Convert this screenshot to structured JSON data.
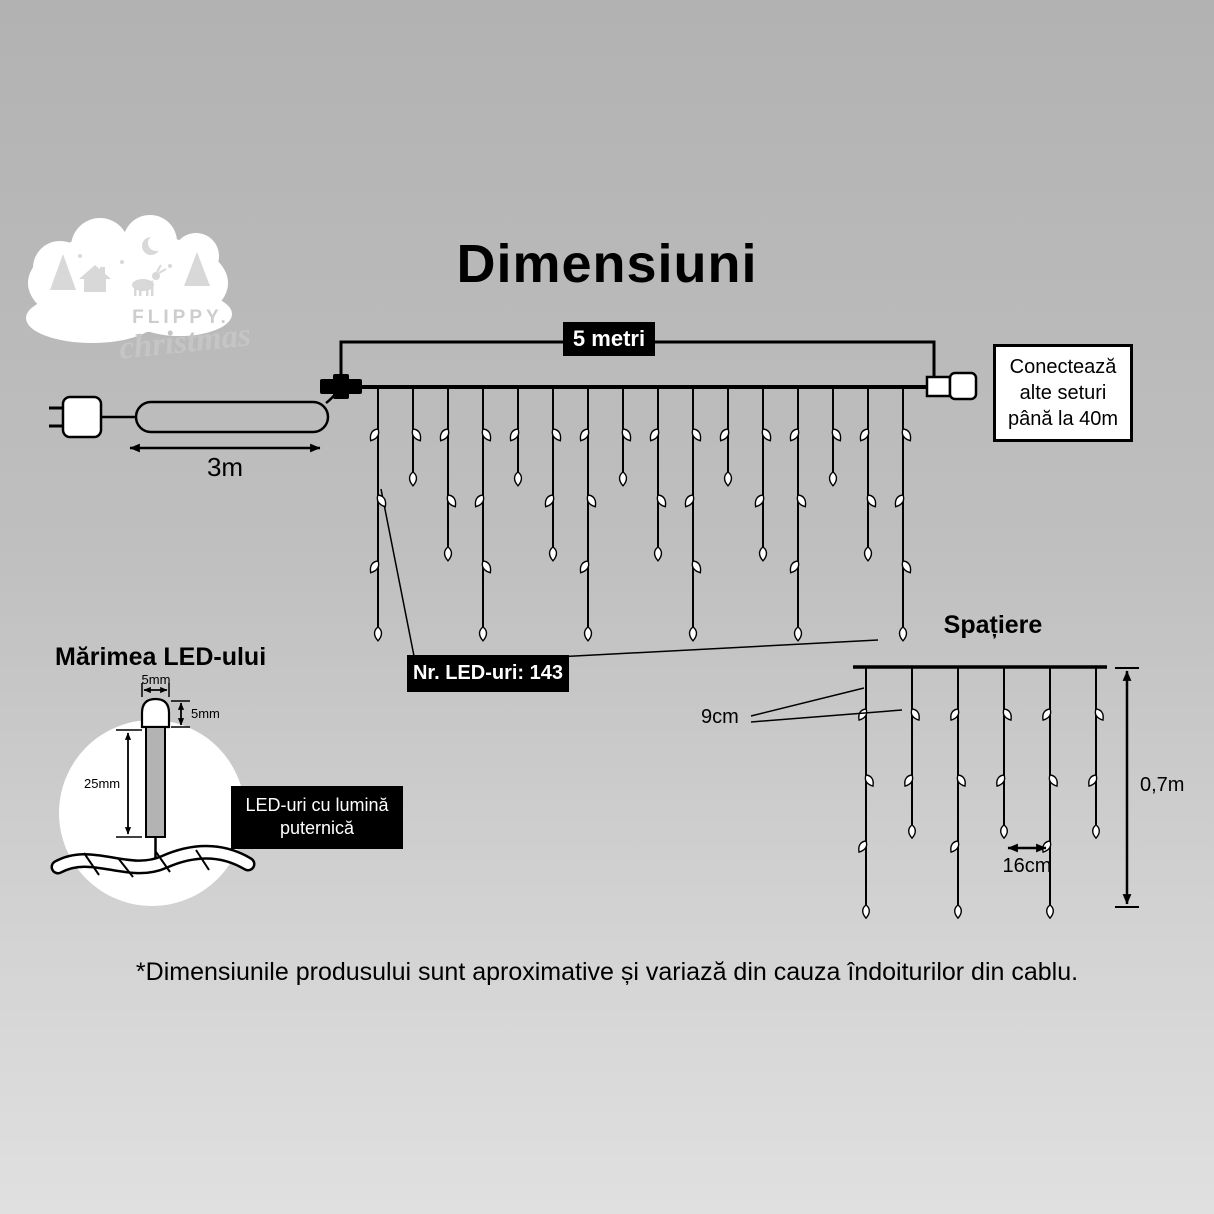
{
  "title": "Dimensiuni",
  "logo": {
    "brand_top": "FLIPPY.",
    "brand_script": "christmas"
  },
  "labels": {
    "total_width": "5 metri",
    "lead_length": "3m",
    "connect_info": "Conectează alte seturi până la 40m",
    "led_count": "Nr. LED-uri: 143",
    "spacing_heading": "Spațiere",
    "bulb_gap": "9cm",
    "drop_gap": "16cm",
    "drop_height": "0,7m",
    "led_size_heading": "Mărimea LED-ului",
    "led_cap_width": "5mm",
    "led_cap_height": "5mm",
    "led_body_length": "25mm",
    "led_callout_line1": "LED-uri cu lumină",
    "led_callout_line2": "puternică",
    "footnote": "*Dimensiunile produsului sunt aproximative și variază din cauza îndoiturilor din cablu."
  },
  "colors": {
    "ink": "#000000",
    "badge_bg": "#000000",
    "badge_text": "#ffffff",
    "background_top": "#b2b2b2",
    "background_bottom": "#e0e0e0",
    "logo_text": "#cdcdcd"
  }
}
